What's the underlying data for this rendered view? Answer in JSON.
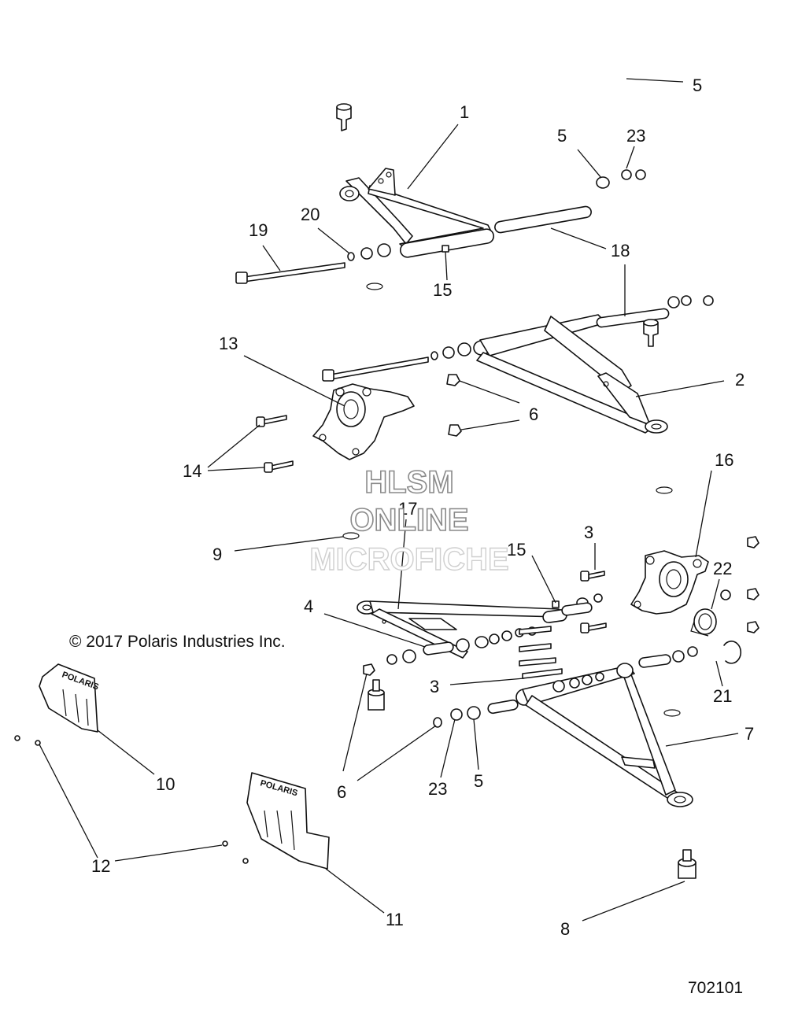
{
  "watermark": {
    "line1": "HLSM",
    "line2": "ONLINE",
    "line3": "MICROFICHE"
  },
  "copyright": "© 2017 Polaris Industries Inc.",
  "figure_number": "702101",
  "plate_logo": "POLARIS",
  "callouts": [
    {
      "id": "c1",
      "label": "1"
    },
    {
      "id": "c2",
      "label": "2"
    },
    {
      "id": "c3a",
      "label": "3"
    },
    {
      "id": "c3b",
      "label": "3"
    },
    {
      "id": "c4",
      "label": "4"
    },
    {
      "id": "c5a",
      "label": "5"
    },
    {
      "id": "c5b",
      "label": "5"
    },
    {
      "id": "c5c",
      "label": "5"
    },
    {
      "id": "c6a",
      "label": "6"
    },
    {
      "id": "c6b",
      "label": "6"
    },
    {
      "id": "c7",
      "label": "7"
    },
    {
      "id": "c8",
      "label": "8"
    },
    {
      "id": "c9",
      "label": "9"
    },
    {
      "id": "c10",
      "label": "10"
    },
    {
      "id": "c11",
      "label": "11"
    },
    {
      "id": "c12",
      "label": "12"
    },
    {
      "id": "c13",
      "label": "13"
    },
    {
      "id": "c14",
      "label": "14"
    },
    {
      "id": "c15a",
      "label": "15"
    },
    {
      "id": "c15b",
      "label": "15"
    },
    {
      "id": "c16",
      "label": "16"
    },
    {
      "id": "c17",
      "label": "17"
    },
    {
      "id": "c18",
      "label": "18"
    },
    {
      "id": "c19",
      "label": "19"
    },
    {
      "id": "c20",
      "label": "20"
    },
    {
      "id": "c21",
      "label": "21"
    },
    {
      "id": "c22",
      "label": "22"
    },
    {
      "id": "c23a",
      "label": "23"
    },
    {
      "id": "c23b",
      "label": "23"
    }
  ]
}
